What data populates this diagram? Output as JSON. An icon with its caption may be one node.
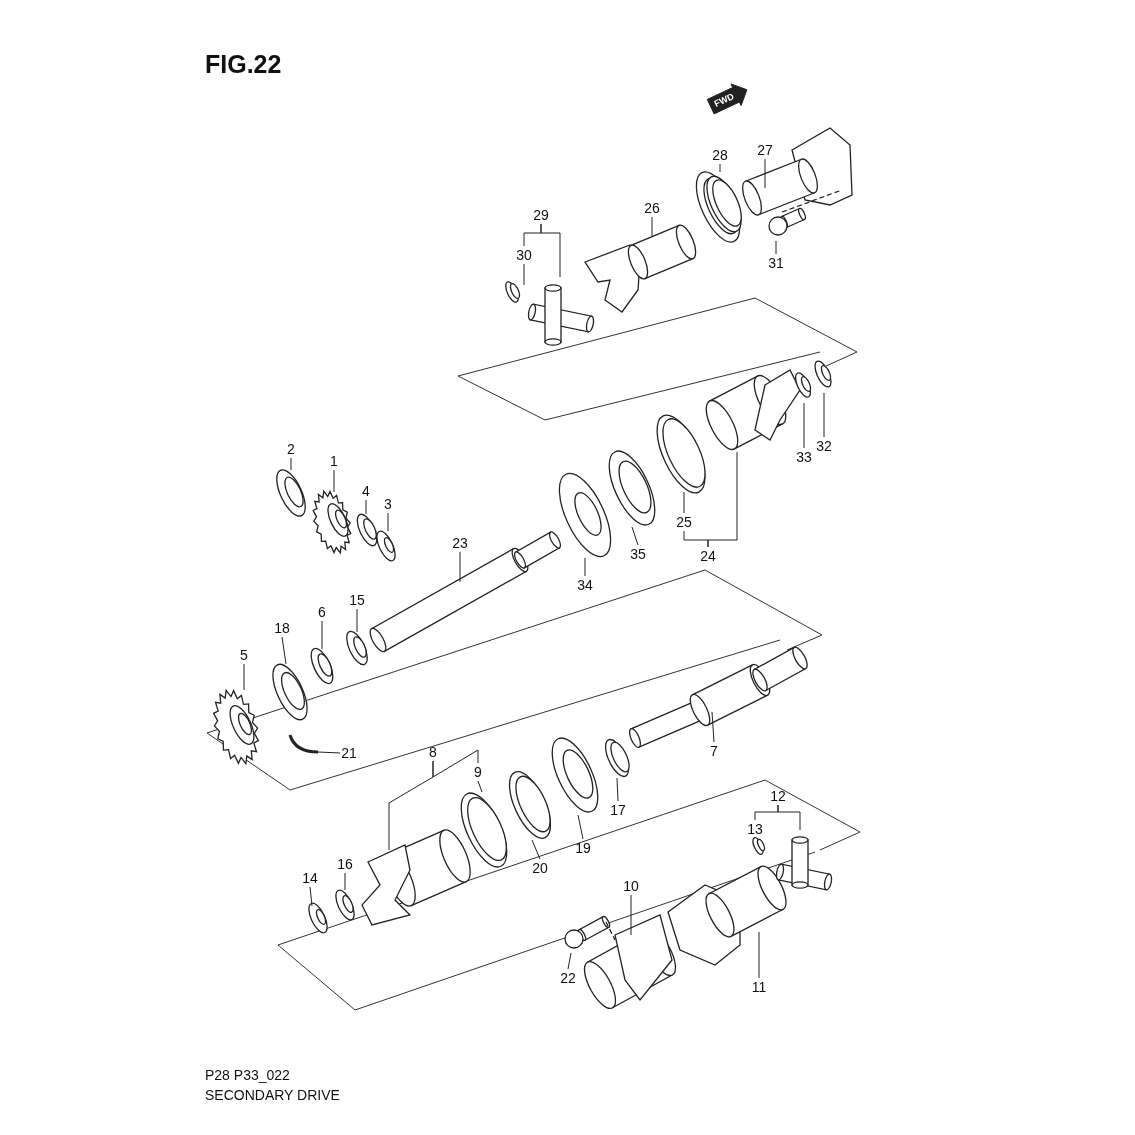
{
  "diagram": {
    "title": "FIG.22",
    "caption": "SECONDARY DRIVE",
    "nodes": [
      {
        "text": [
          "29"
        ]
      },
      {
        "text": [
          "30"
        ]
      },
      {
        "text": [
          "26"
        ]
      },
      {
        "text": [
          "28"
        ]
      },
      {
        "text": [
          "27"
        ]
      },
      {
        "text": [
          "31"
        ]
      },
      {
        "text": [
          "2"
        ]
      },
      {
        "text": [
          "1"
        ]
      },
      {
        "text": [
          "4"
        ]
      },
      {
        "text": [
          "3"
        ]
      },
      {
        "text": [
          "23"
        ]
      },
      {
        "text": [
          "33"
        ]
      },
      {
        "text": [
          "32"
        ]
      },
      {
        "text": [
          "25"
        ]
      },
      {
        "text": [
          "24"
        ]
      },
      {
        "text": [
          "35"
        ]
      },
      {
        "text": [
          "34"
        ]
      },
      {
        "text": [
          "15"
        ]
      },
      {
        "text": [
          "6"
        ]
      },
      {
        "text": [
          "18"
        ]
      },
      {
        "text": [
          "5"
        ]
      },
      {
        "text": [
          "21"
        ]
      },
      {
        "text": [
          "7"
        ]
      },
      {
        "text": [
          "8"
        ]
      },
      {
        "text": [
          "9"
        ]
      },
      {
        "text": [
          "17"
        ]
      },
      {
        "text": [
          "19"
        ]
      },
      {
        "text": [
          "20"
        ]
      },
      {
        "text": [
          "12"
        ]
      },
      {
        "text": [
          "13"
        ]
      },
      {
        "text": [
          "16"
        ]
      },
      {
        "text": [
          "14"
        ]
      },
      {
        "text": [
          "10"
        ]
      },
      {
        "text": [
          "22"
        ]
      },
      {
        "text": [
          "11"
        ]
      }
    ],
    "edges": [
      {
        "from": 0,
        "to": 1,
        "arrow": "none"
      },
      {
        "from": 0,
        "to": null,
        "arrow": "none"
      },
      {
        "from": 1,
        "to": null,
        "arrow": "none"
      },
      {
        "from": 2,
        "to": null,
        "arrow": "none"
      },
      {
        "from": 3,
        "to": null,
        "arrow": "none"
      },
      {
        "from": 4,
        "to": null,
        "arrow": "none"
      },
      {
        "from": 5,
        "to": null,
        "arrow": "none"
      },
      {
        "from": 6,
        "to": null,
        "arrow": "none"
      },
      {
        "from": 7,
        "to": null,
        "arrow": "none"
      },
      {
        "from": 8,
        "to": null,
        "arrow": "none"
      },
      {
        "from": 9,
        "to": null,
        "arrow": "none"
      },
      {
        "from": 10,
        "to": null,
        "arrow": "none"
      },
      {
        "from": 11,
        "to": null,
        "arrow": "none"
      },
      {
        "from": 12,
        "to": null,
        "arrow": "none"
      },
      {
        "from": 14,
        "to": 13,
        "arrow": "none"
      },
      {
        "from": 14,
        "to": null,
        "arrow": "none"
      },
      {
        "from": 13,
        "to": null,
        "arrow": "none"
      },
      {
        "from": 15,
        "to": null,
        "arrow": "none"
      },
      {
        "from": 16,
        "to": null,
        "arrow": "none"
      },
      {
        "from": 17,
        "to": null,
        "arrow": "none"
      },
      {
        "from": 18,
        "to": null,
        "arrow": "none"
      },
      {
        "from": 19,
        "to": null,
        "arrow": "none"
      },
      {
        "from": 20,
        "to": null,
        "arrow": "none"
      },
      {
        "from": 21,
        "to": null,
        "arrow": "none"
      },
      {
        "from": 22,
        "to": null,
        "arrow": "none"
      },
      {
        "from": 23,
        "to": 24,
        "arrow": "none"
      },
      {
        "from": 23,
        "to": null,
        "arrow": "none"
      },
      {
        "from": 24,
        "to": null,
        "arrow": "none"
      },
      {
        "from": 25,
        "to": null,
        "arrow": "none"
      },
      {
        "from": 26,
        "to": null,
        "arrow": "none"
      },
      {
        "from": 27,
        "to": null,
        "arrow": "none"
      },
      {
        "from": 28,
        "to": 29,
        "arrow": "none"
      },
      {
        "from": 28,
        "to": null,
        "arrow": "none"
      },
      {
        "from": 30,
        "to": null,
        "arrow": "none"
      },
      {
        "from": 31,
        "to": null,
        "arrow": "none"
      },
      {
        "from": 32,
        "to": null,
        "arrow": "none"
      },
      {
        "from": 33,
        "to": null,
        "arrow": "none"
      },
      {
        "from": 34,
        "to": null,
        "arrow": "none"
      }
    ],
    "labels": [
      "FWD",
      "P28 P33_022"
    ]
  }
}
